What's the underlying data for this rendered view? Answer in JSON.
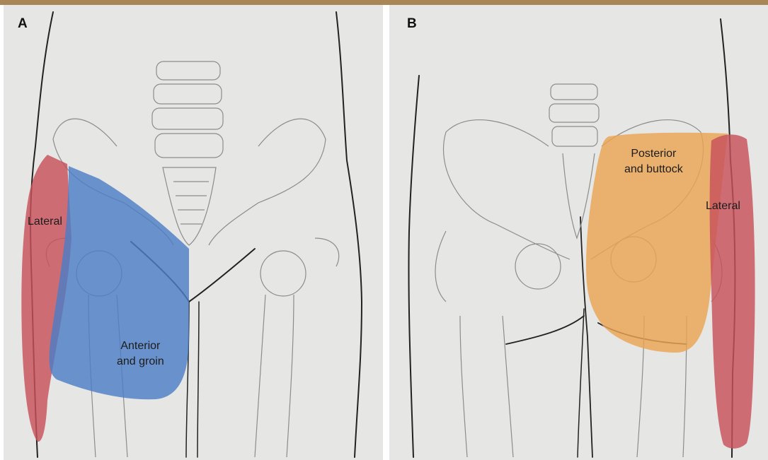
{
  "panels": [
    {
      "letter": "A",
      "view": "anterior",
      "regions": [
        {
          "name": "lateral",
          "label_lines": [
            "Lateral"
          ],
          "color": "#c8505a"
        },
        {
          "name": "anterior-groin",
          "label_lines": [
            "Anterior",
            "and groin"
          ],
          "color": "#4d7ec6"
        }
      ]
    },
    {
      "letter": "B",
      "view": "posterior",
      "regions": [
        {
          "name": "posterior-buttock",
          "label_lines": [
            "Posterior",
            "and buttock"
          ],
          "color": "#e9a353"
        },
        {
          "name": "lateral",
          "label_lines": [
            "Lateral"
          ],
          "color": "#c8505a"
        }
      ]
    }
  ],
  "colors": {
    "frame_bar": "#a88658",
    "background": "#e6e6e5",
    "sketch_line": "#8a8a8a"
  }
}
